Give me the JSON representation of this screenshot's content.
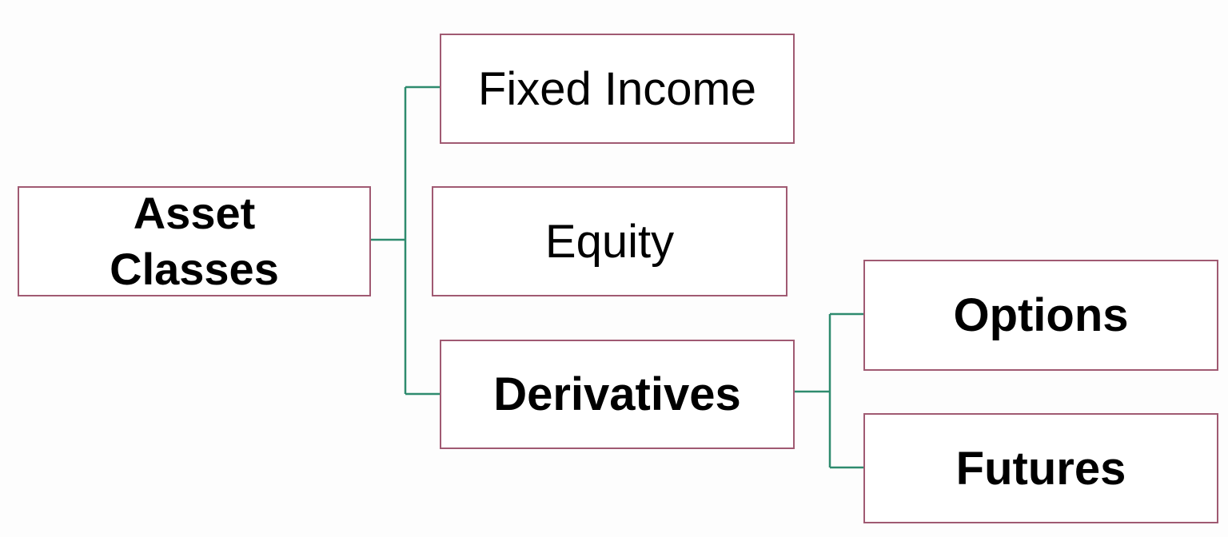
{
  "diagram": {
    "root": {
      "label": "Asset Classes"
    },
    "level1": [
      {
        "label": "Fixed Income"
      },
      {
        "label": "Equity"
      },
      {
        "label": "Derivatives"
      }
    ],
    "level2": [
      {
        "label": "Options"
      },
      {
        "label": "Futures"
      }
    ],
    "colors": {
      "box_border": "#a05a72",
      "connector": "#2e8b6e",
      "text": "#000000",
      "background": "#fdfdfd"
    }
  }
}
